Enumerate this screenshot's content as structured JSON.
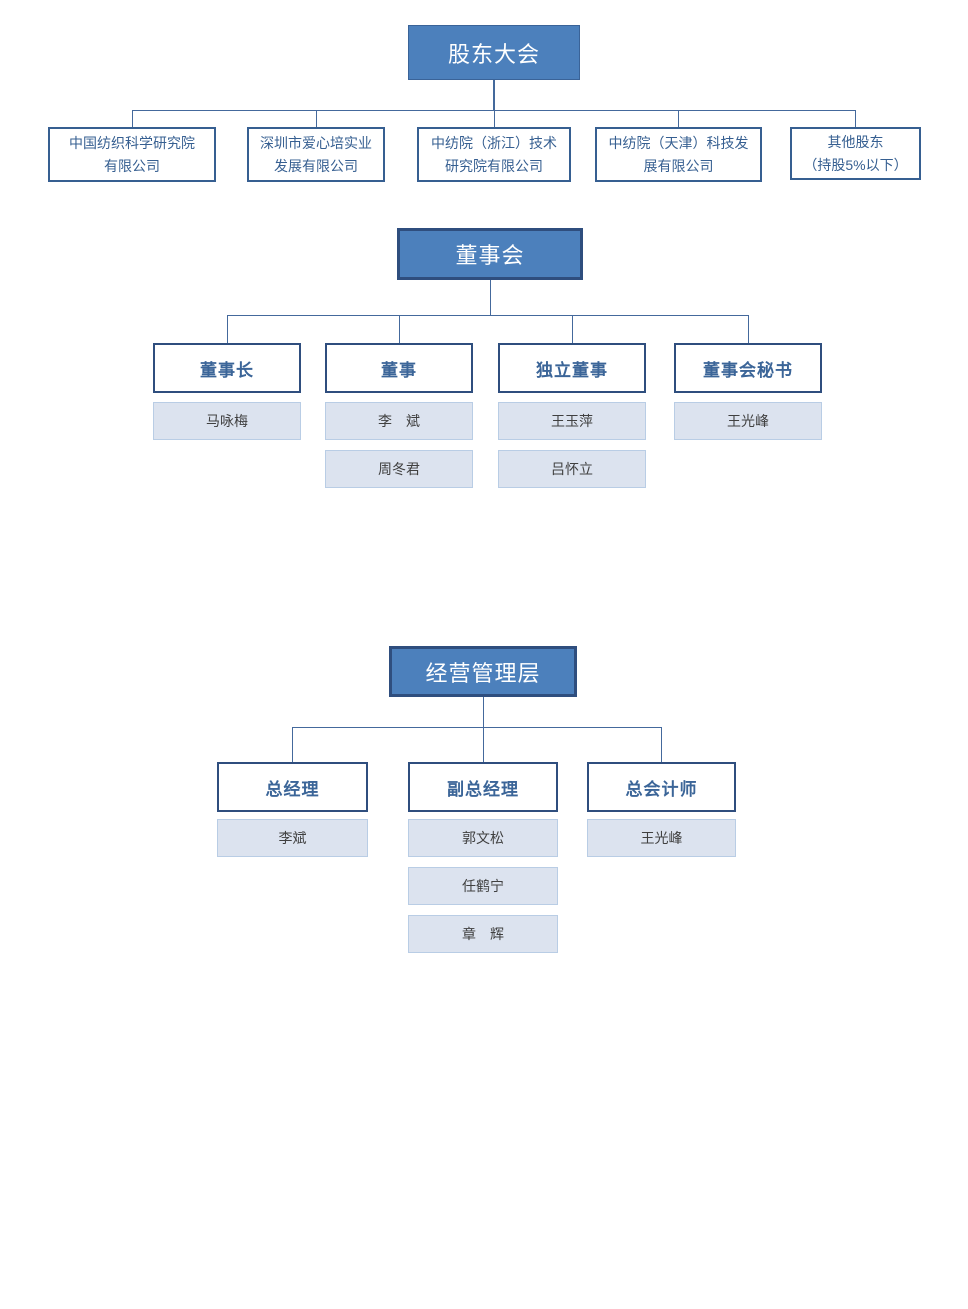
{
  "palette": {
    "header_fill": "#4C80BC",
    "header_border": "#2F4E7E",
    "header_text": "#FFFFFF",
    "org_box_border": "#365F91",
    "org_box_text": "#365F91",
    "title_box_border": "#2F4E7E",
    "title_box_text": "#3B6598",
    "name_box_fill": "#DCE3EF",
    "name_box_border": "#B9CDE5",
    "name_box_text": "#404040",
    "connector": "#44699C"
  },
  "sections": {
    "shareholders": {
      "root": "股东大会",
      "children": [
        {
          "lines": [
            "中国纺织科学研究院",
            "有限公司"
          ]
        },
        {
          "lines": [
            "深圳市爱心培实业",
            "发展有限公司"
          ]
        },
        {
          "lines": [
            "中纺院（浙江）技术",
            "研究院有限公司"
          ]
        },
        {
          "lines": [
            "中纺院（天津）科技发",
            "展有限公司"
          ]
        },
        {
          "lines": [
            "其他股东",
            "（持股5%以下）"
          ]
        }
      ]
    },
    "board": {
      "root": "董事会",
      "roles": [
        {
          "title": "董事长",
          "members": [
            "马咏梅"
          ]
        },
        {
          "title": "董事",
          "members": [
            "李　斌",
            "周冬君"
          ]
        },
        {
          "title": "独立董事",
          "members": [
            "王玉萍",
            "吕怀立"
          ]
        },
        {
          "title": "董事会秘书",
          "members": [
            "王光峰"
          ]
        }
      ]
    },
    "management": {
      "root": "经营管理层",
      "roles": [
        {
          "title": "总经理",
          "members": [
            "李斌"
          ]
        },
        {
          "title": "副总经理",
          "members": [
            "郭文松",
            "任鹤宁",
            "章　辉"
          ]
        },
        {
          "title": "总会计师",
          "members": [
            "王光峰"
          ]
        }
      ]
    }
  }
}
